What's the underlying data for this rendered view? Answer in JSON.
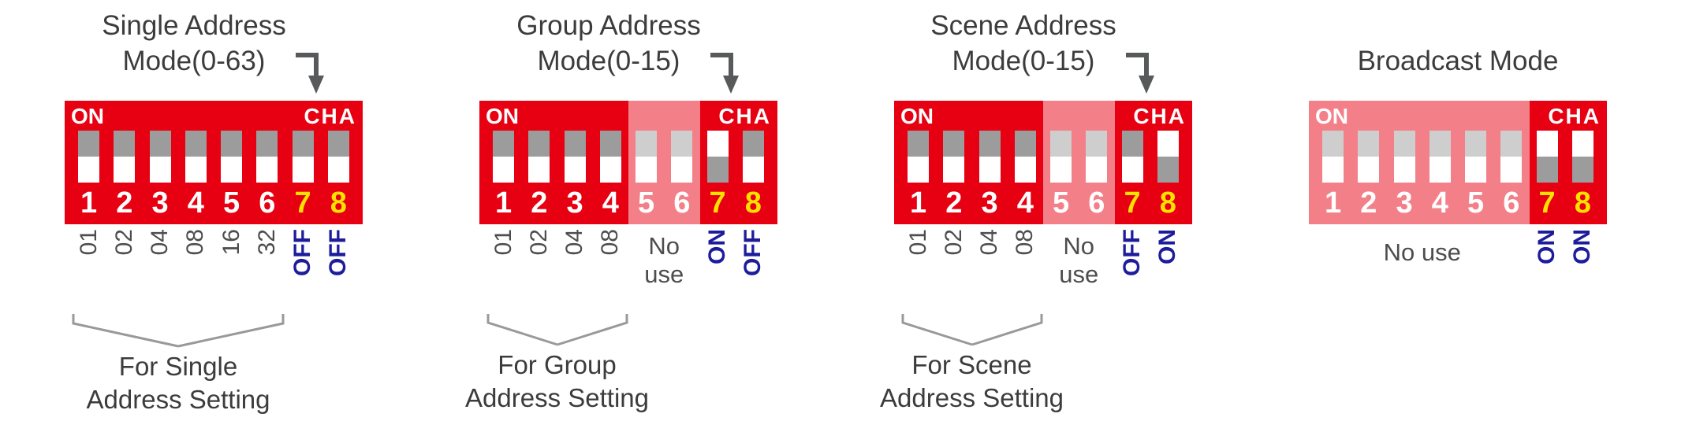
{
  "colors": {
    "dip_red": "#e60012",
    "number_white": "#ffffff",
    "cha_number_yellow": "#ffe100",
    "onoff_blue": "#1d1d9c",
    "text_gray": "#3c3c3c",
    "value_gray": "#4d4d4d"
  },
  "panels": [
    {
      "title_line1": "Single Address",
      "title_line2": "Mode(0-63)",
      "on_label": "ON",
      "cha_label": "CHA",
      "switches": [
        {
          "num": "1",
          "state": "off",
          "value": "01"
        },
        {
          "num": "2",
          "state": "off",
          "value": "02"
        },
        {
          "num": "3",
          "state": "off",
          "value": "04"
        },
        {
          "num": "4",
          "state": "off",
          "value": "08"
        },
        {
          "num": "5",
          "state": "off",
          "value": "16"
        },
        {
          "num": "6",
          "state": "off",
          "value": "32"
        },
        {
          "num": "7",
          "state": "off",
          "value": "OFF"
        },
        {
          "num": "8",
          "state": "off",
          "value": "OFF"
        }
      ],
      "caption_line1": "For Single",
      "caption_line2": "Address Setting"
    },
    {
      "title_line1": "Group Address",
      "title_line2": "Mode(0-15)",
      "on_label": "ON",
      "cha_label": "CHA",
      "switches": [
        {
          "num": "1",
          "state": "off",
          "value": "01"
        },
        {
          "num": "2",
          "state": "off",
          "value": "02"
        },
        {
          "num": "3",
          "state": "off",
          "value": "04"
        },
        {
          "num": "4",
          "state": "off",
          "value": "08"
        },
        {
          "num": "5",
          "state": "off",
          "no_use": true
        },
        {
          "num": "6",
          "state": "off",
          "no_use": true
        },
        {
          "num": "7",
          "state": "on",
          "value": "ON"
        },
        {
          "num": "8",
          "state": "off",
          "value": "OFF"
        }
      ],
      "no_use_line1": "No",
      "no_use_line2": "use",
      "caption_line1": "For Group",
      "caption_line2": "Address Setting"
    },
    {
      "title_line1": "Scene Address",
      "title_line2": "Mode(0-15)",
      "on_label": "ON",
      "cha_label": "CHA",
      "switches": [
        {
          "num": "1",
          "state": "off",
          "value": "01"
        },
        {
          "num": "2",
          "state": "off",
          "value": "02"
        },
        {
          "num": "3",
          "state": "off",
          "value": "04"
        },
        {
          "num": "4",
          "state": "off",
          "value": "08"
        },
        {
          "num": "5",
          "state": "off",
          "no_use": true
        },
        {
          "num": "6",
          "state": "off",
          "no_use": true
        },
        {
          "num": "7",
          "state": "off",
          "value": "OFF"
        },
        {
          "num": "8",
          "state": "on",
          "value": "ON"
        }
      ],
      "no_use_line1": "No",
      "no_use_line2": "use",
      "caption_line1": "For Scene",
      "caption_line2": "Address Setting"
    },
    {
      "title_line1": "Broadcast Mode",
      "on_label": "ON",
      "cha_label": "CHA",
      "switches": [
        {
          "num": "1",
          "state": "off",
          "no_use": true
        },
        {
          "num": "2",
          "state": "off",
          "no_use": true
        },
        {
          "num": "3",
          "state": "off",
          "no_use": true
        },
        {
          "num": "4",
          "state": "off",
          "no_use": true
        },
        {
          "num": "5",
          "state": "off",
          "no_use": true
        },
        {
          "num": "6",
          "state": "off",
          "no_use": true
        },
        {
          "num": "7",
          "state": "on",
          "value": "ON"
        },
        {
          "num": "8",
          "state": "on",
          "value": "ON"
        }
      ],
      "no_use_label": "No use"
    }
  ]
}
